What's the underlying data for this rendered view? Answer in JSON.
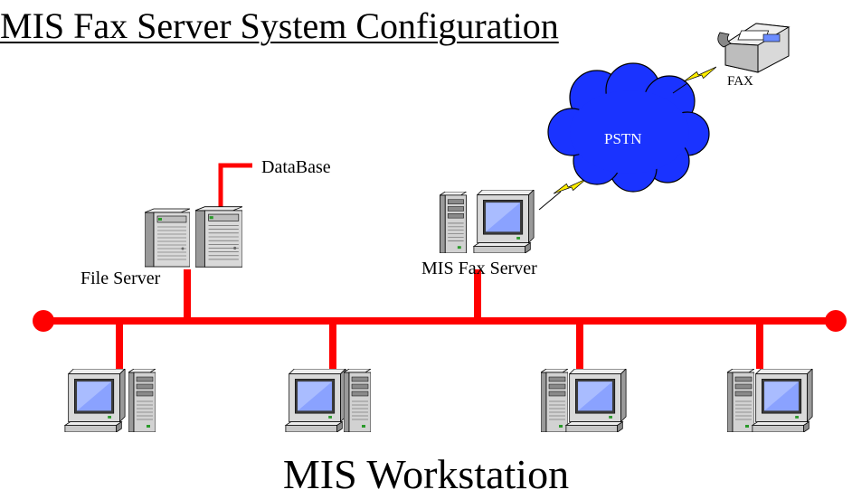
{
  "title": "MIS Fax Server System Configuration",
  "labels": {
    "database": "DataBase",
    "file_server": "File Server",
    "fax_server": "MIS Fax Server",
    "pstn": "PSTN",
    "fax": "FAX",
    "workstation": "MIS Workstation"
  },
  "colors": {
    "network_line": "#ff0000",
    "cloud_fill": "#1a33ff",
    "lightning": "#ffee00",
    "screen": "#8aa2ff",
    "case": "#d6d6d6"
  },
  "icons": {
    "server": "server-tower-icon",
    "computer": "desktop-computer-icon",
    "cloud": "cloud-icon",
    "fax": "fax-machine-icon",
    "lightning": "lightning-bolt-icon"
  }
}
